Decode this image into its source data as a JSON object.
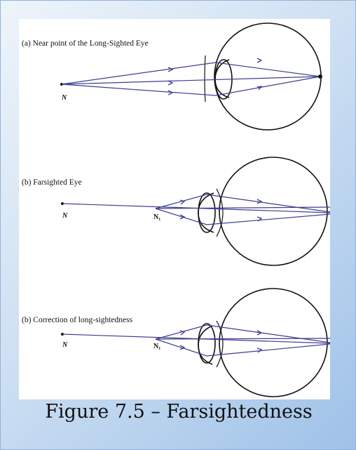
{
  "diagrams": [
    {
      "title": "(a) Near point of the Long-Sighted Eye",
      "point_label": "N"
    },
    {
      "title": "(b) Farsighted Eye",
      "point_label": "N",
      "point2_label": "N₁"
    },
    {
      "title": "(b) Correction of long-sightedness",
      "point_label": "N",
      "point2_label": "N₁"
    }
  ],
  "caption": "Figure 7.5 – Farsightedness",
  "colors": {
    "ray": "#3d3d8f",
    "outline": "#111111",
    "frame": "#9fc2e8"
  }
}
